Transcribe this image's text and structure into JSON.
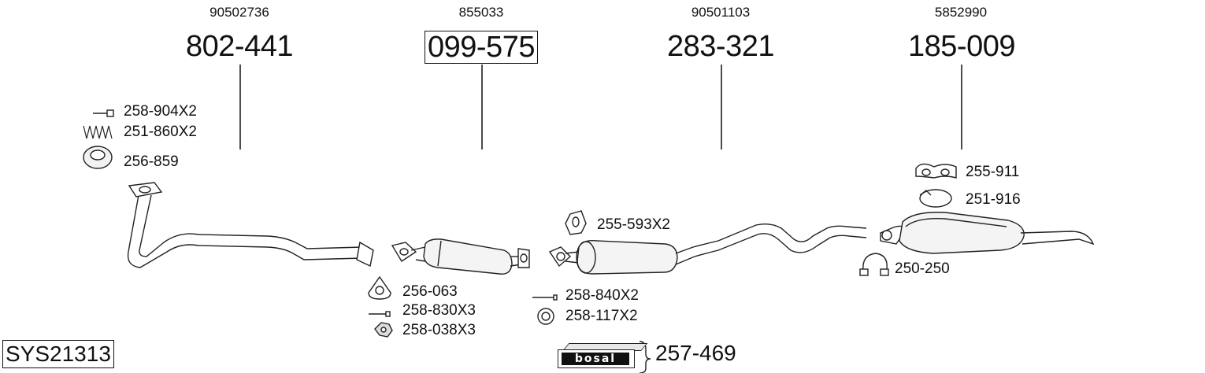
{
  "system_code": "SYS21313",
  "brand": "bosal",
  "kit_part": "257-469",
  "main_parts": [
    {
      "oe": "90502736",
      "part": "802-441",
      "boxed": false
    },
    {
      "oe": "855033",
      "part": "099-575",
      "boxed": true
    },
    {
      "oe": "90501103",
      "part": "283-321",
      "boxed": false
    },
    {
      "oe": "5852990",
      "part": "185-009",
      "boxed": false
    }
  ],
  "accessories": {
    "bolt_front": "258-904X2",
    "spring": "251-860X2",
    "gasket_front": "256-859",
    "gasket_cat": "256-063",
    "bolt_cat": "258-830X3",
    "nut_cat": "258-038X3",
    "rubber_mount": "255-593X2",
    "bolt_mid": "258-840X2",
    "ring_mid": "258-117X2",
    "hanger_rear": "255-911",
    "clamp_rear": "251-916",
    "clamp_connect": "250-250"
  }
}
